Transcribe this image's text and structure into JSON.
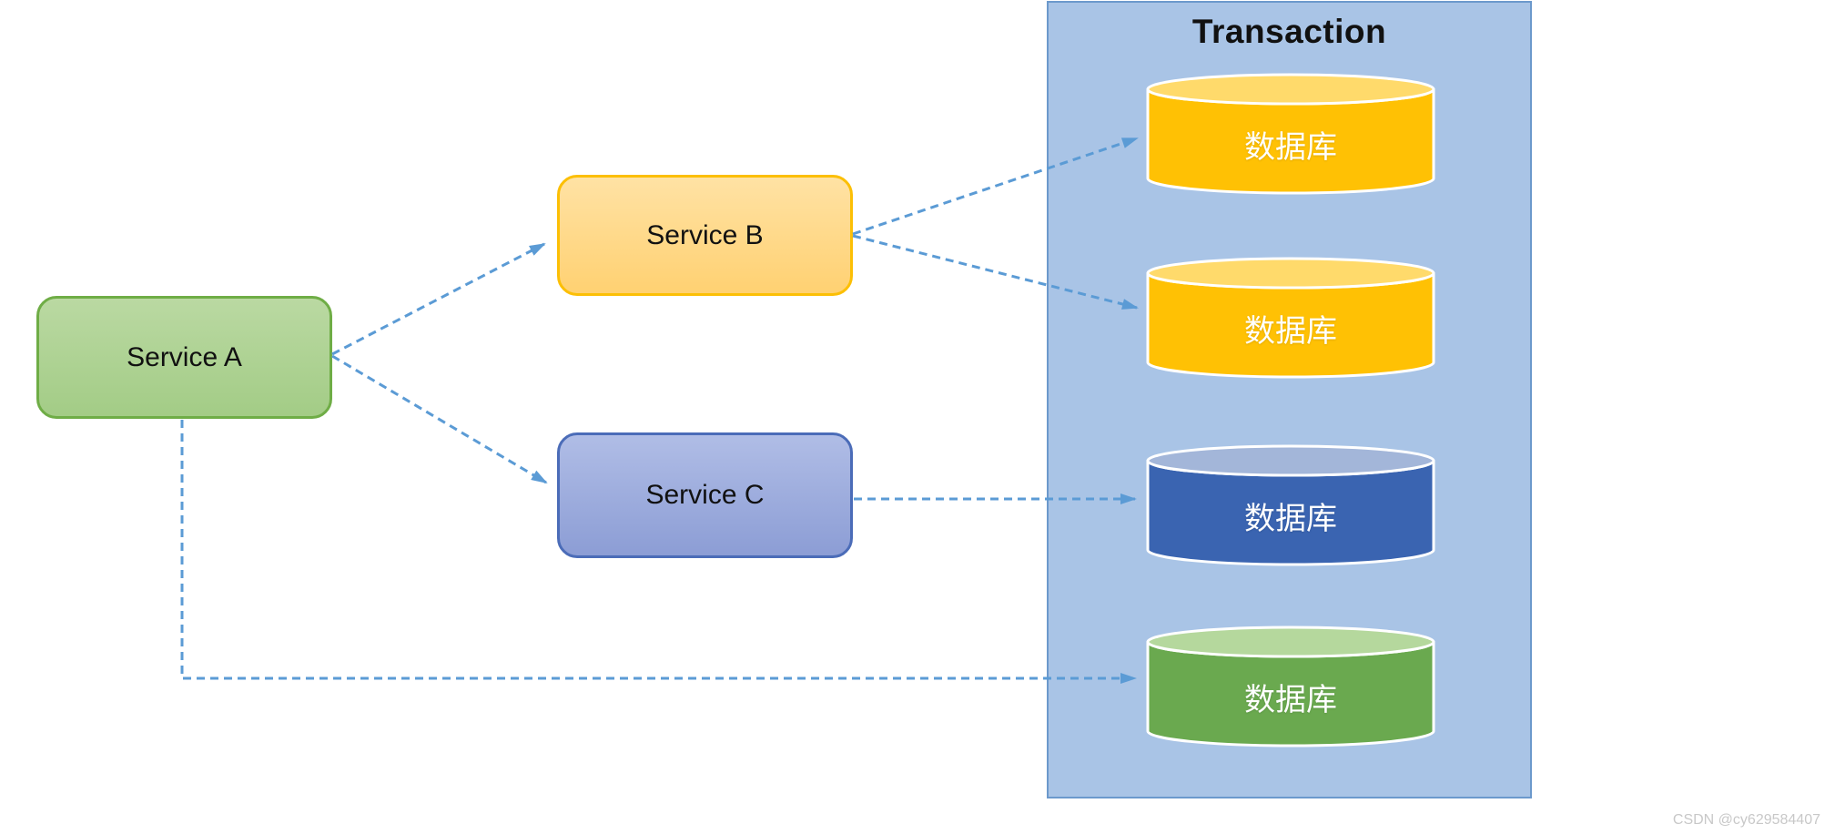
{
  "diagram": {
    "nodes": {
      "service_a": {
        "label": "Service A"
      },
      "service_b": {
        "label": "Service B"
      },
      "service_c": {
        "label": "Service C"
      }
    },
    "transaction_panel": {
      "title": "Transaction",
      "databases": [
        {
          "label": "数据库",
          "theme": "yellow"
        },
        {
          "label": "数据库",
          "theme": "yellow"
        },
        {
          "label": "数据库",
          "theme": "blue"
        },
        {
          "label": "数据库",
          "theme": "green"
        }
      ]
    },
    "edges": [
      {
        "from": "service-a",
        "to": "service-b",
        "style": "dashed-arrow"
      },
      {
        "from": "service-a",
        "to": "service-c",
        "style": "dashed-arrow"
      },
      {
        "from": "service-b",
        "to": "database-1",
        "style": "dashed-arrow"
      },
      {
        "from": "service-b",
        "to": "database-2",
        "style": "dashed-arrow"
      },
      {
        "from": "service-c",
        "to": "database-3",
        "style": "dashed-arrow"
      },
      {
        "from": "service-a",
        "to": "database-4",
        "style": "dashed-arrow-elbow"
      }
    ]
  },
  "watermark": "CSDN @cy629584407",
  "colors": {
    "canvas_bg": "#ffffff",
    "panel_fill": "#a9c4e6",
    "panel_border": "#6c99cc",
    "service_a_fill_top": "#bad9a2",
    "service_a_fill_bottom": "#a3cc86",
    "service_a_border": "#6fad46",
    "service_b_fill_top": "#ffe2a4",
    "service_b_fill_bottom": "#ffd172",
    "service_b_border": "#fcbf05",
    "service_c_fill_top": "#b0bde6",
    "service_c_fill_bottom": "#8c9dd5",
    "service_c_border": "#4b6cb8",
    "db_yellow_body": "#ffc104",
    "db_yellow_top": "#ffda6b",
    "db_blue_body": "#3a64b1",
    "db_blue_top": "#a3b6d9",
    "db_green_body": "#6aa94f",
    "db_green_top": "#b5d89d",
    "cylinder_stroke": "#ffffff",
    "arrow": "#5b9bd5",
    "text_dark": "#111111",
    "db_label": "#ffffff",
    "watermark": "#c8c8c8"
  }
}
